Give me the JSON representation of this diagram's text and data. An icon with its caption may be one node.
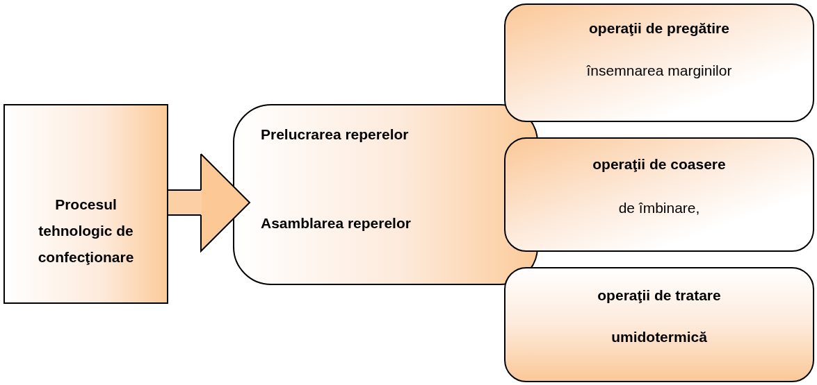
{
  "diagram": {
    "nodes": [
      {
        "text": [
          "Procesul tehnologic de confecţionare"
        ]
      },
      {
        "text": [
          "Prelucrarea reperelor",
          "Asamblarea reperelor"
        ]
      },
      {
        "text": [
          "operaţii de pregătire",
          "însemnarea marginilor"
        ]
      },
      {
        "text": [
          "operaţii de coasere",
          "de îmbinare,"
        ]
      },
      {
        "text": [
          "operaţii de tratare",
          "umidotermică"
        ]
      }
    ],
    "edges": [
      {
        "from": 0,
        "to": 1,
        "arrow": "to"
      }
    ]
  }
}
